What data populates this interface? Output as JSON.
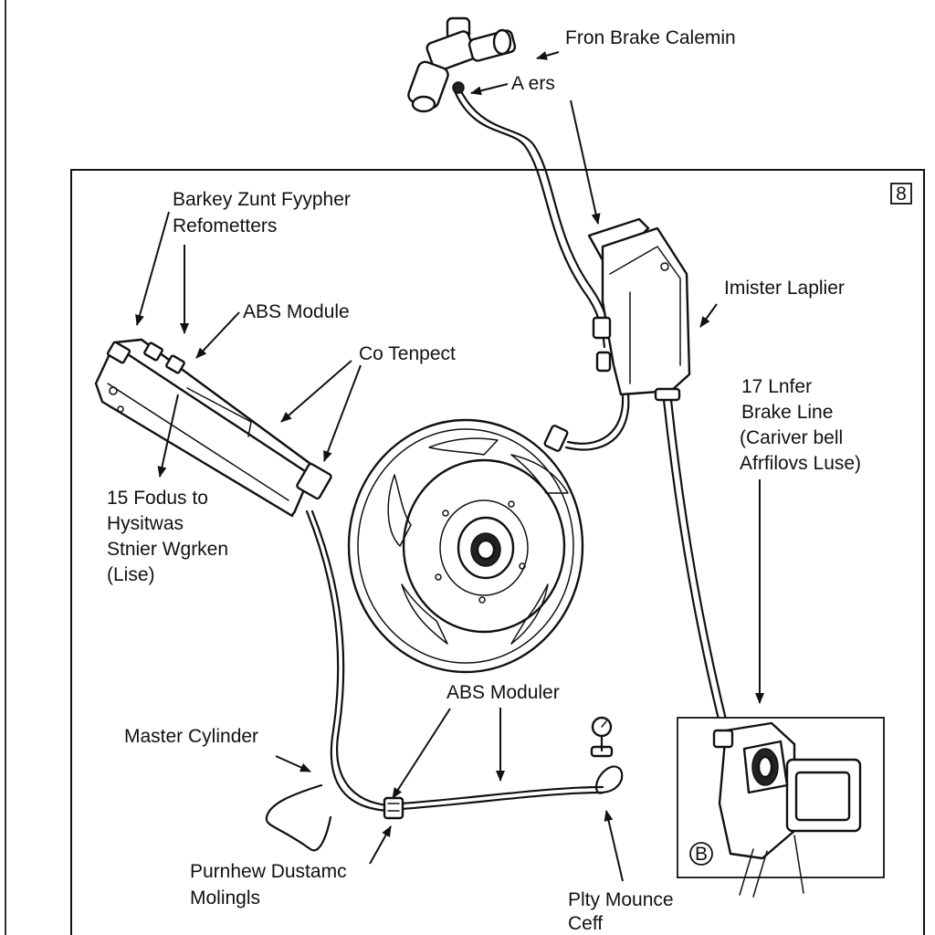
{
  "labels": {
    "from_brake_calemin": "Fron Brake Calemin",
    "aers": "A ers",
    "barkey_line1": "Barkey Zunt Fyypher",
    "barkey_line2": "Refometters",
    "abs_module": "ABS Module",
    "co_tenpect": "Co Tenpect",
    "imister_laplier": "Imister Laplier",
    "brake_line_1": "17 Lnfer",
    "brake_line_2": "Brake Line",
    "brake_line_3": "(Cariver bell",
    "brake_line_4": "Afrfilovs Luse)",
    "fodus_1": "15 Fodus to",
    "fodus_2": "Hysitwas",
    "fodus_3": "Stnier Wgrken",
    "fodus_4": "(Lise)",
    "abs_moduler": "ABS Moduler",
    "master_cylinder": "Master Cylinder",
    "purnhew_1": "Purnhew Dustamc",
    "purnhew_2": "Molingls",
    "plty_1": "Plty Mounce",
    "plty_2": "Ceff",
    "corner_badge": "8",
    "inset_badge": "B"
  }
}
